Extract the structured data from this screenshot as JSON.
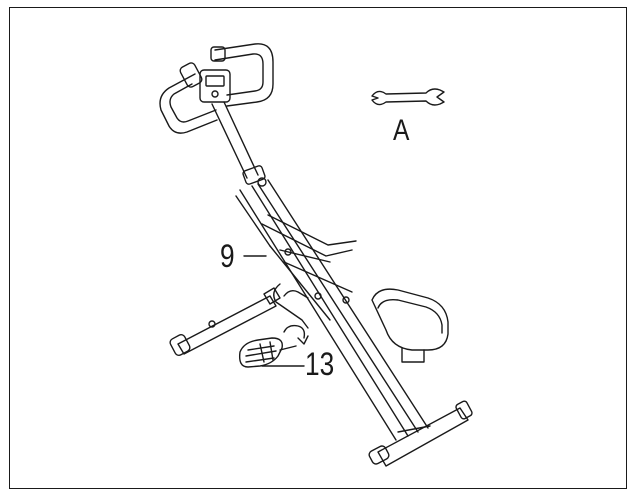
{
  "labels": {
    "tool": "A",
    "part_9": "9",
    "part_13": "13"
  },
  "colors": {
    "line": "#1a1a1a",
    "background": "#ffffff"
  },
  "icons": [
    "wrench-icon",
    "rotation-arrow-icon"
  ]
}
